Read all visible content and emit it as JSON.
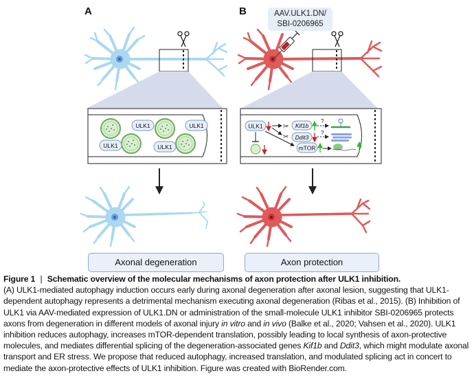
{
  "figure": {
    "panel_a_label": "A",
    "panel_b_label": "B",
    "panel_a": {
      "neuron_color": "#a9d8f0",
      "inset_items": [
        "autophagosome",
        "ULK1",
        "autophagosome",
        "ULK1",
        "ULK1",
        "autophagosome",
        "ULK1",
        "autophagosome"
      ],
      "ulk1_labels": [
        "ULK1",
        "ULK1",
        "ULK1",
        "ULK1"
      ],
      "outcome": "Axonal degeneration"
    },
    "panel_b": {
      "neuron_color": "#e05a5a",
      "treatment_label_line1": "AAV.ULK1.DN/",
      "treatment_label_line2": "SBI-0206965",
      "inset": {
        "ulk1": "ULK1",
        "kif1b": "Kif1b",
        "ddit3": "Ddit3",
        "mtor": "mTOR",
        "question_1": "?",
        "question_2": "?"
      },
      "outcome": "Axon protection"
    },
    "colors": {
      "up_arrow": "#2eb82e",
      "down_arrow": "#cc2222",
      "pill_fill": "#e6eef8",
      "pill_stroke": "#7d98c4",
      "zoom_wedge": "#d5dbea",
      "autophagosome_fill": "#d9efcf",
      "autophagosome_stroke": "#6aab5a"
    }
  },
  "caption": {
    "title_prefix": "Figure 1",
    "separator": "|",
    "title": "Schematic overview of the molecular mechanisms of axon protection after ULK1 inhibition.",
    "part1": "(A) ULK1-mediated autophagy induction occurs early during axonal degeneration after axonal lesion, suggesting that ULK1-dependent autophagy represents a detrimental mechanism executing axonal degeneration (Ribas et al., 2015). (B) Inhibition of ULK1 via AAV-mediated expression of ULK1.DN or administration of the small-molecule ULK1 inhibitor SBI-0206965 protects axons from degeneration in different models of axonal injury ",
    "in_vitro": "in vitro",
    "and": " and ",
    "in_vivo": "in vivo",
    "part2": " (Balke et al., 2020; Vahsen et al., 2020). ULK1 inhibition reduces autophagy, increases mTOR-dependent translation, possibly leading to local synthesis of axon-protective molecules, and mediates differential splicing of the degeneration-associated genes ",
    "kif1b": "Kif1b",
    "and2": " and ",
    "ddit3": "Ddit3",
    "part3": ", which might modulate axonal transport and ER stress. We propose that reduced autophagy, increased translation, and modulated splicing act in concert to mediate the axon-protective effects of ULK1 inhibition. Figure was created with BioRender.com."
  }
}
